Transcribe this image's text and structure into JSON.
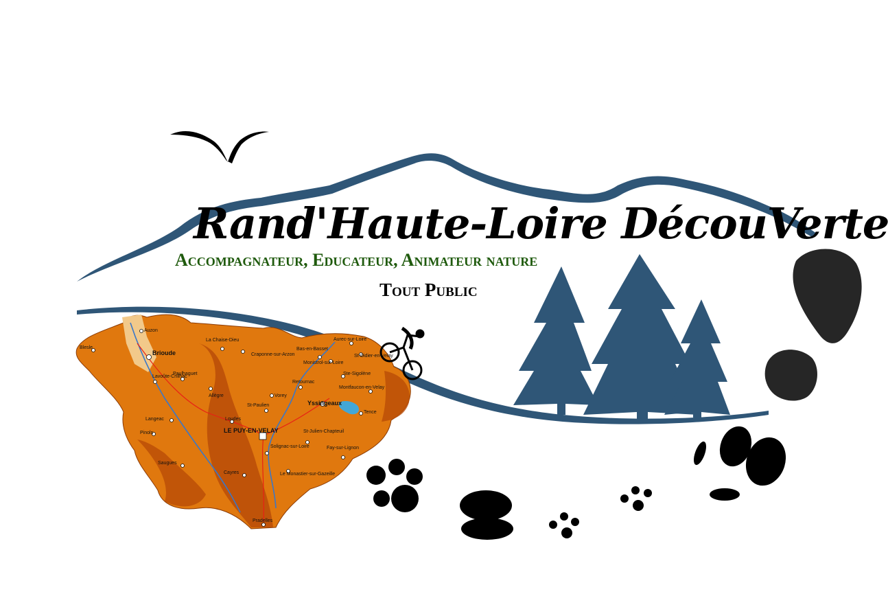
{
  "logo": {
    "title": "Rand'Haute-Loire DécouVerte",
    "subtitle": "Accompagnateur, Educateur, Animateur nature",
    "audience": "Tout Public"
  },
  "map": {
    "towns": [
      "Auzon",
      "Brioude",
      "Blesle",
      "La Chaise-Dieu",
      "Craponne-sur-Arzon",
      "Bas-en-Basset",
      "Aurec-sur-Loire",
      "Monistrol-sur-Loire",
      "St-Didier-en-Velay",
      "Ste-Sigolène",
      "Paulhaguet",
      "Lavoûte-Chilhac",
      "Allègre",
      "Retournac",
      "Vorey",
      "Montfaucon-en-Velay",
      "Yssingeaux",
      "St-Paulien",
      "Tence",
      "Langeac",
      "Loudes",
      "LE PUY-EN-VELAY",
      "St-Julien-Chapteuil",
      "Pinols",
      "Solignac-sur-Loire",
      "Fay-sur-Lignon",
      "Saugues",
      "Cayres",
      "Le Monastier-sur-Gazeille",
      "Pradelles"
    ]
  },
  "colors": {
    "mountain": "#2f5677",
    "tree": "#2f5677",
    "map_orange": "#e0780e",
    "map_dark": "#b94c08",
    "subtitle": "#1f5a0d"
  }
}
